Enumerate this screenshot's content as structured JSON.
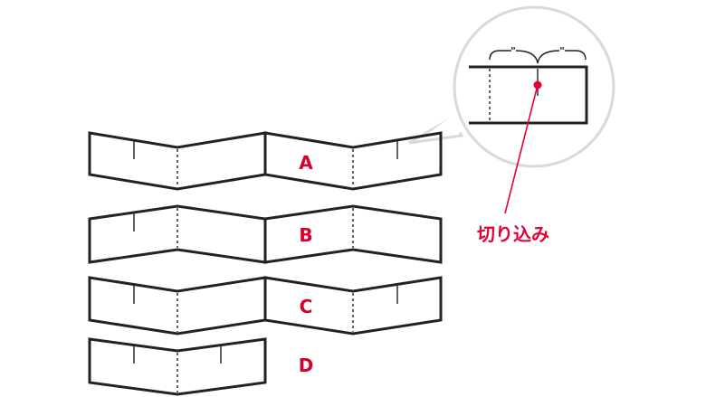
{
  "rows": [
    {
      "label": "A"
    },
    {
      "label": "B"
    },
    {
      "label": "C"
    },
    {
      "label": "D"
    }
  ],
  "magnifier": {
    "equal_marks": [
      "\"",
      "\""
    ]
  },
  "callout": {
    "text": "切り込み"
  },
  "colors": {
    "accent": "#e60033",
    "line": "#222222",
    "magnifier_border": "#d9d9d9"
  }
}
